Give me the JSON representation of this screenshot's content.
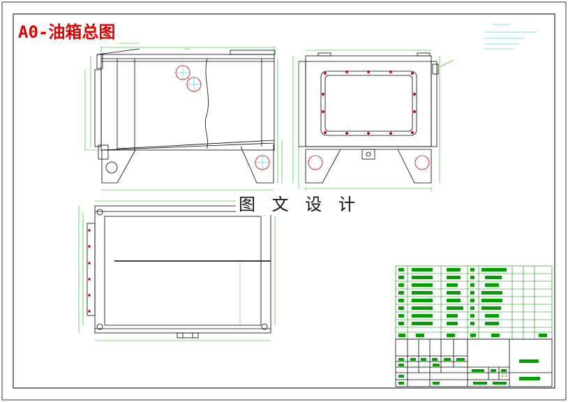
{
  "drawing": {
    "title": "A0-油箱总图",
    "watermark": "图 文 设 计",
    "colors": {
      "frame": "#000000",
      "part": "#000000",
      "dimension": "#00c000",
      "annotation": "#00c0c0",
      "marks": "#d00000",
      "table": "#009000",
      "title_text": "#e00000"
    },
    "notes_icon": "technical-notes-block",
    "title_block": {
      "scale": "1:1"
    }
  }
}
